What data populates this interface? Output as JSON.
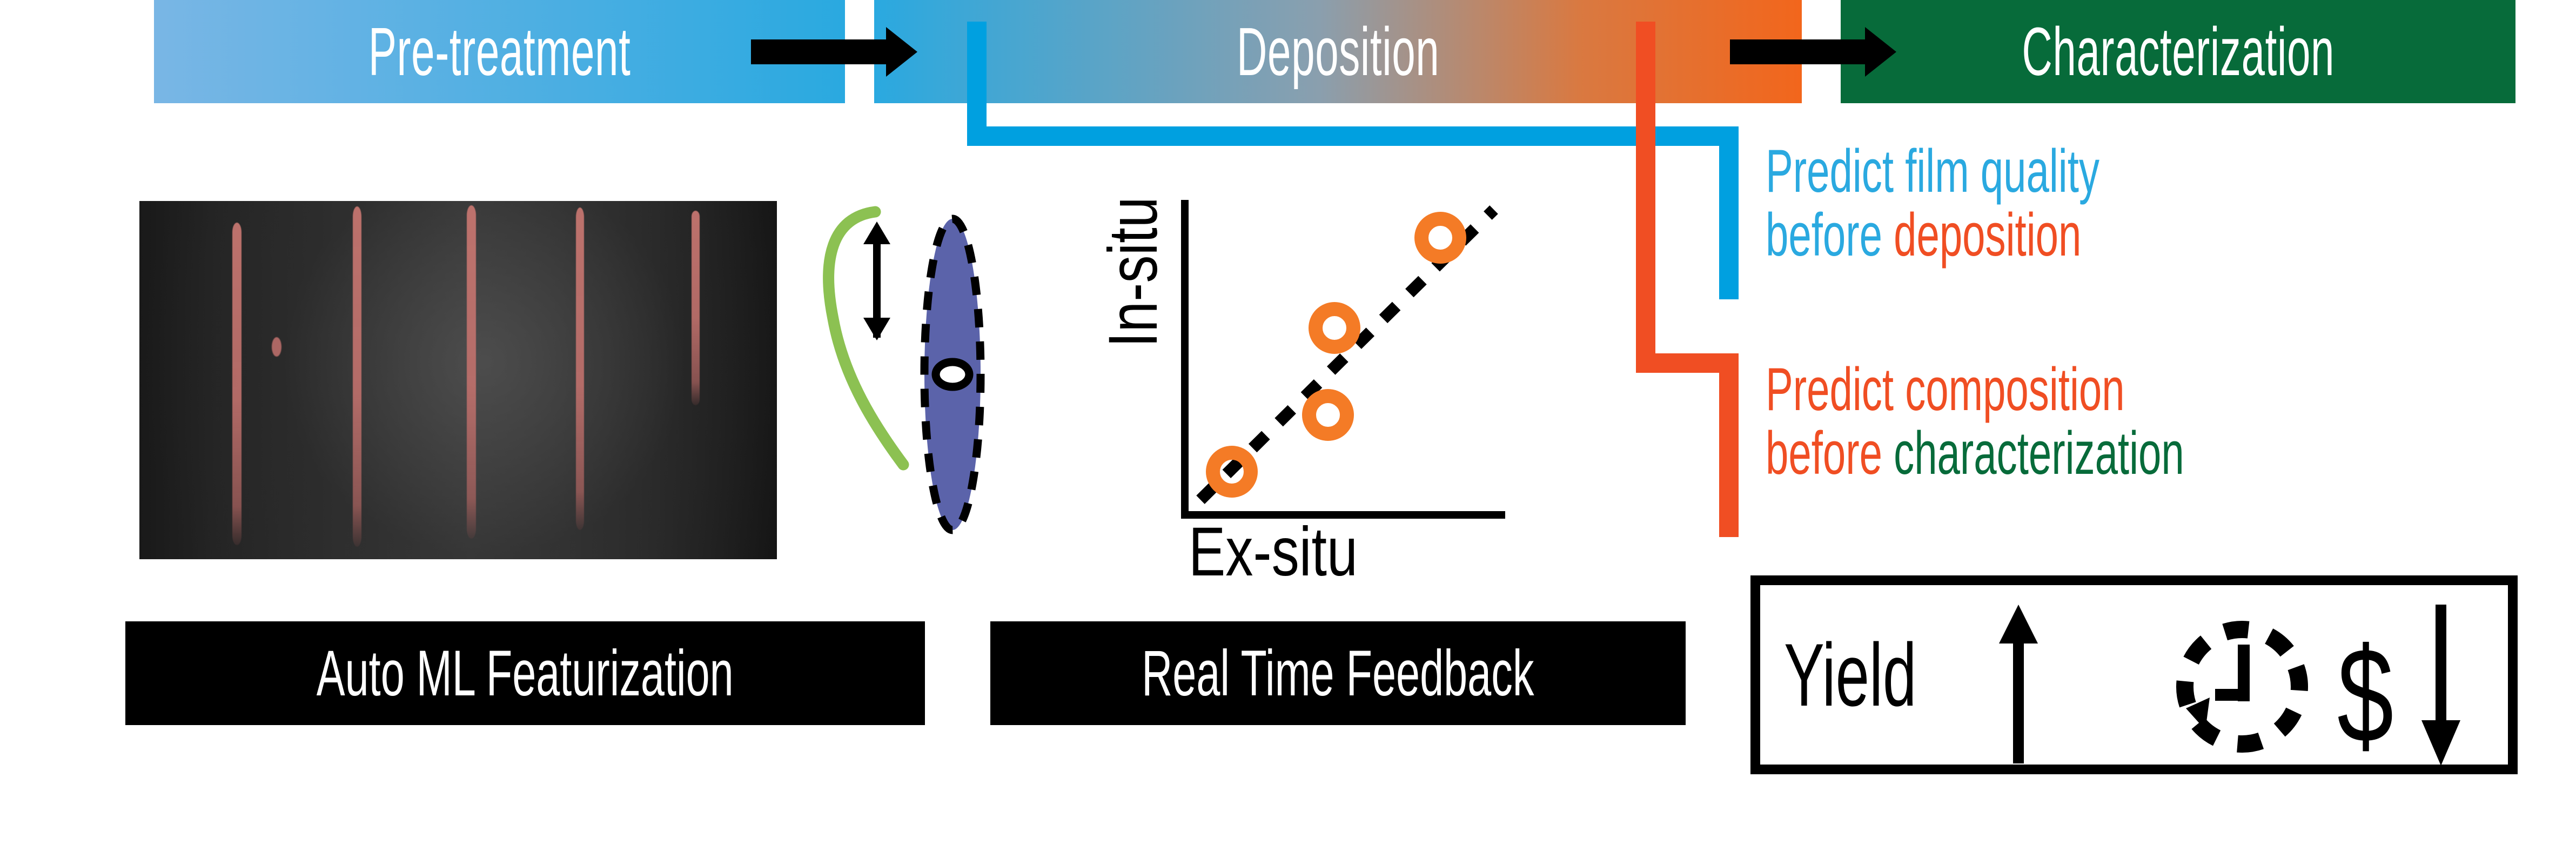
{
  "figure": {
    "type": "graphical-abstract",
    "background": "#ffffff"
  },
  "banner": {
    "segments": [
      {
        "id": "pre-treatment",
        "label": "Pre-treatment",
        "gradient_from": "#79b6e5",
        "gradient_to": "#2aa9e0",
        "text_color": "#ffffff"
      },
      {
        "id": "deposition",
        "label": "Deposition",
        "gradient_from": "#2aa9e0",
        "gradient_to": "#f2661c",
        "text_color": "#ffffff"
      },
      {
        "id": "characterization",
        "label": "Characterization",
        "gradient_from": "#076b3a",
        "gradient_to": "#076b3a",
        "text_color": "#ffffff"
      }
    ],
    "arrows": [
      {
        "id": "arrow-pre-to-dep",
        "direction": "right",
        "color": "#000000"
      },
      {
        "id": "arrow-dep-to-char",
        "direction": "right",
        "color": "#000000"
      }
    ]
  },
  "connectors": [
    {
      "id": "blue-feedback-connector",
      "color": "#00a0e0",
      "from": "deposition-start",
      "to": "predict-film-quality"
    },
    {
      "id": "orange-feedback-connector",
      "color": "#f04e23",
      "from": "characterization-start",
      "to": "predict-composition"
    }
  ],
  "film_photo": {
    "alt": "dark substrate photograph with five vertical pink-salmon streaks",
    "background_color": "#2b2b2b",
    "streak_color": "#c57670",
    "streak_count": 5
  },
  "droplet": {
    "ellipse_fill": "#5b63aa",
    "ellipse_stroke": "#000000",
    "ellipse_stroke_style": "dashed",
    "curve_color": "#8cc152",
    "arrow_color": "#000000",
    "center_marker": "white-dot-with-black-ring"
  },
  "chart_data": {
    "type": "scatter",
    "title": "",
    "xlabel": "Ex-situ",
    "ylabel": "In-situ",
    "xlim": [
      0,
      1
    ],
    "ylim": [
      0,
      1
    ],
    "grid": false,
    "legend": null,
    "axis_color": "#000000",
    "marker_style": "open-circle",
    "marker_color": "#f47b26",
    "series": [
      {
        "name": "in-situ vs ex-situ measurements",
        "x": [
          0.16,
          0.45,
          0.55,
          0.82
        ],
        "y": [
          0.18,
          0.35,
          0.62,
          0.88
        ]
      }
    ],
    "annotations": [
      {
        "type": "reference-line",
        "style": "dashed",
        "color": "#000000",
        "label": "parity (y = x)",
        "x": [
          0.03,
          0.97
        ],
        "y": [
          0.05,
          0.99
        ]
      }
    ]
  },
  "captions": {
    "left_bar": "Auto ML Featurization",
    "middle_bar": "Real Time Feedback"
  },
  "predictions": [
    {
      "id": "predict-film-quality",
      "line1_parts": [
        {
          "text": "Predict film quality",
          "color": "#2aa9e0"
        }
      ],
      "line2_parts": [
        {
          "text": "before ",
          "color": "#2aa9e0"
        },
        {
          "text": "deposition",
          "color": "#f04e23"
        }
      ]
    },
    {
      "id": "predict-composition",
      "line1_parts": [
        {
          "text": "Predict composition",
          "color": "#f04e23"
        }
      ],
      "line2_parts": [
        {
          "text": "before ",
          "color": "#f04e23"
        },
        {
          "text": "characterization",
          "color": "#076b3a"
        }
      ]
    }
  ],
  "outcome_box": {
    "yield_label": "Yield",
    "yield_trend": "up",
    "time_icon": "clock-with-rotation-arrow-icon",
    "time_trend": "down",
    "cost_label": "$",
    "cost_trend": "down",
    "border_color": "#000000"
  }
}
